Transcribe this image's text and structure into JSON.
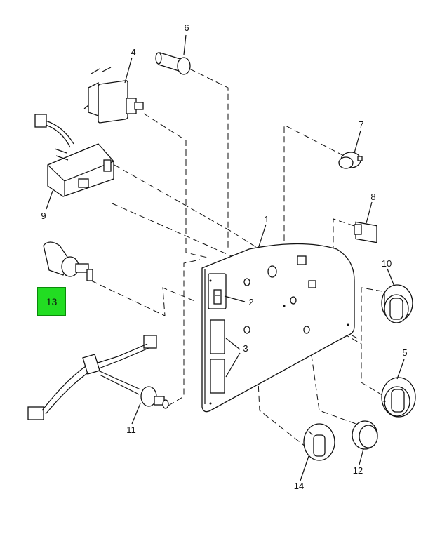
{
  "highlight_color": "#22dd22",
  "callouts": {
    "c1": "1",
    "c2": "2",
    "c3": "3",
    "c4": "4",
    "c5": "5",
    "c6": "6",
    "c7": "7",
    "c8": "8",
    "c9": "9",
    "c10": "10",
    "c11": "11",
    "c12": "12",
    "c13": "13",
    "c14": "14"
  }
}
